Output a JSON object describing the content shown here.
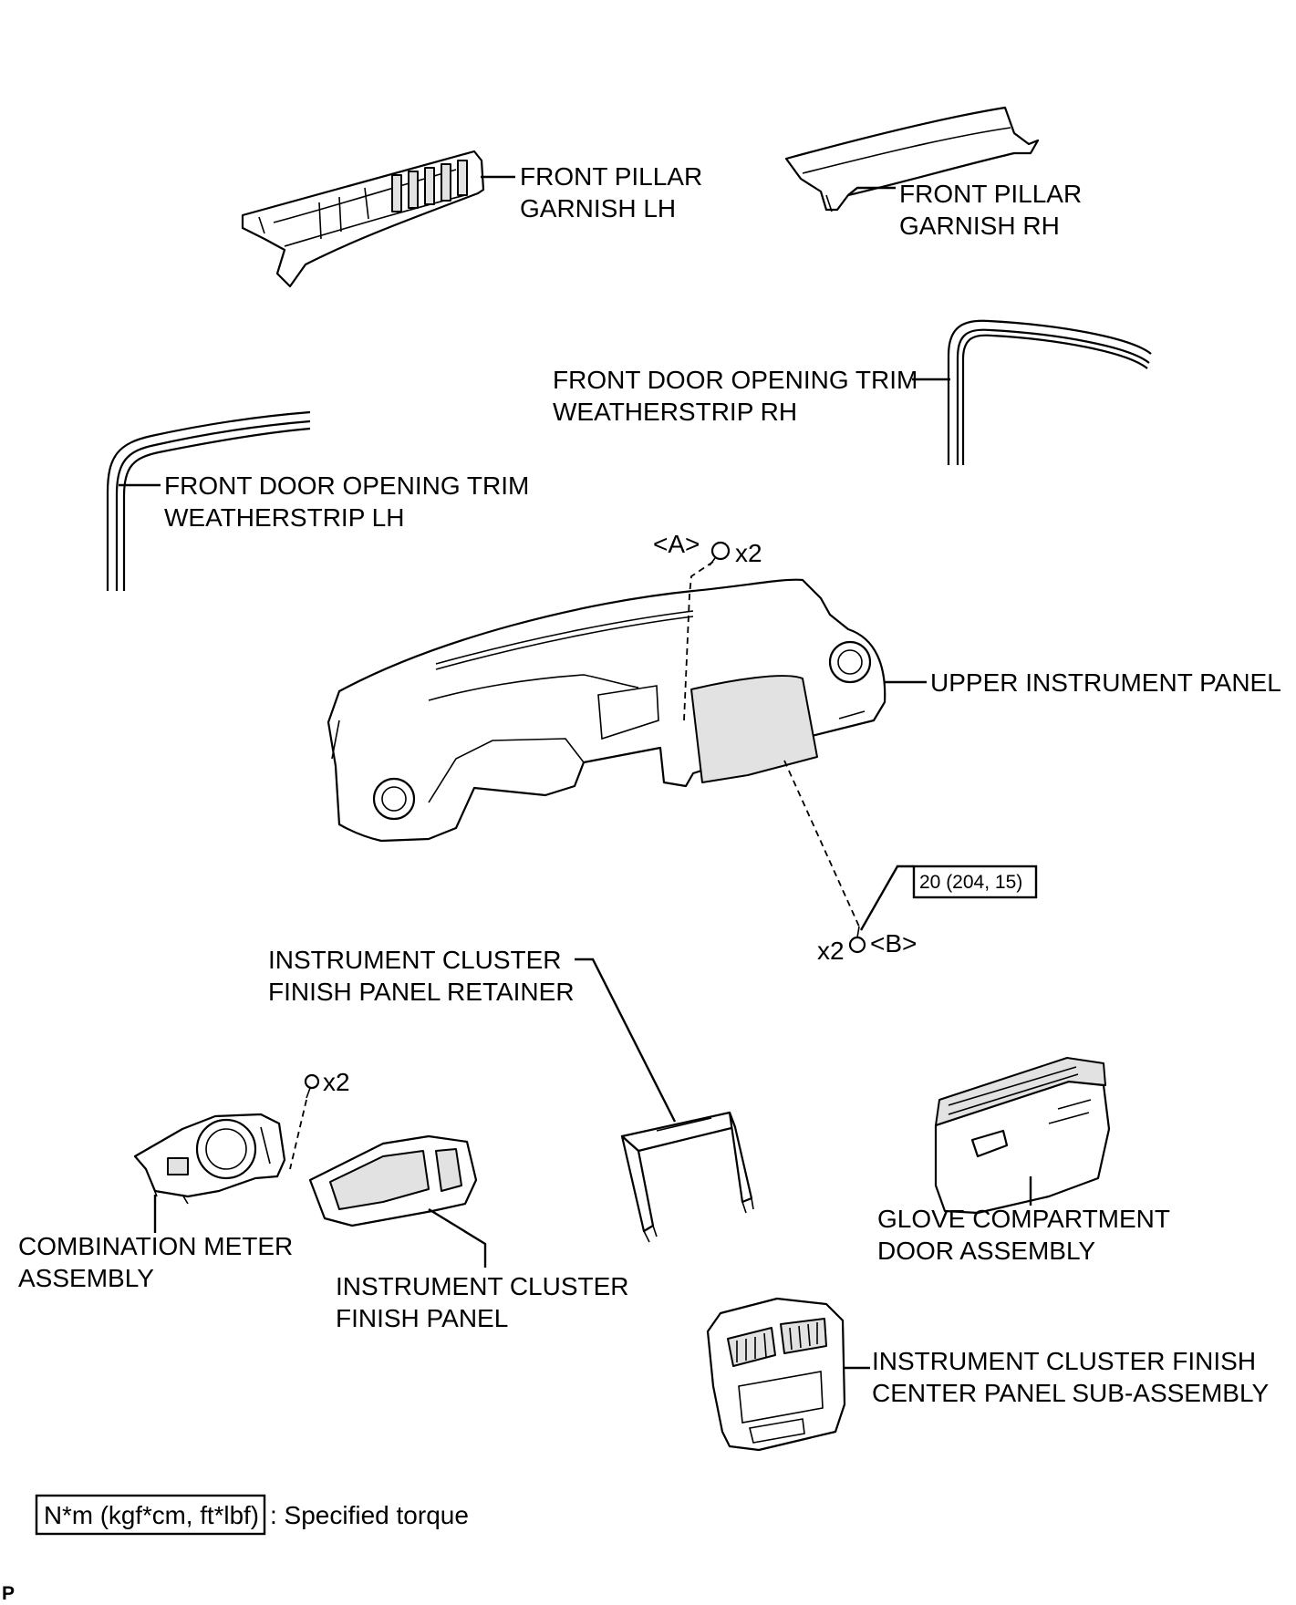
{
  "labels": {
    "front_pillar_lh": [
      "FRONT PILLAR",
      "GARNISH LH"
    ],
    "front_pillar_rh": [
      "FRONT PILLAR",
      "GARNISH RH"
    ],
    "door_trim_rh": [
      "FRONT DOOR OPENING TRIM",
      "WEATHERSTRIP RH"
    ],
    "door_trim_lh": [
      "FRONT DOOR OPENING TRIM",
      "WEATHERSTRIP LH"
    ],
    "upper_panel": "UPPER INSTRUMENT PANEL",
    "retainer": [
      "INSTRUMENT CLUSTER",
      "FINISH PANEL RETAINER"
    ],
    "combination_meter": [
      "COMBINATION METER",
      "ASSEMBLY"
    ],
    "cluster_finish_panel": [
      "INSTRUMENT CLUSTER",
      "FINISH PANEL"
    ],
    "glove_compartment": [
      "GLOVE COMPARTMENT",
      "DOOR ASSEMBLY"
    ],
    "center_panel": [
      "INSTRUMENT CLUSTER FINISH",
      "CENTER PANEL SUB-ASSEMBLY"
    ]
  },
  "fasteners": {
    "a_label": "<A>",
    "a_qty": "x2",
    "b_label": "<B>",
    "b_qty": "x2",
    "b_torque": "20 (204, 15)",
    "meter_qty": "x2"
  },
  "legend": {
    "box_text": "N*m (kgf*cm, ft*lbf)",
    "description": ": Specified torque"
  },
  "corner_mark": "P"
}
